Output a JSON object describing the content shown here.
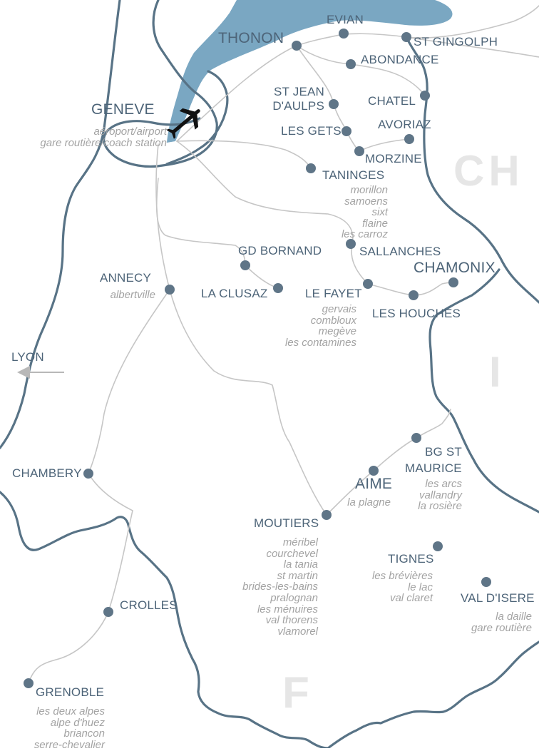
{
  "colors": {
    "border": "#587386",
    "lake": "#7aa7c2",
    "route": "#c6c6c6",
    "dot": "#5f7587",
    "label": "#4d6478",
    "sublabel": "#a3a3a3",
    "country": "#e6e6e6"
  },
  "icons": {
    "airport": "airplane-icon",
    "direction": "arrow-left-icon"
  },
  "countries": {
    "switzerland": "CH",
    "italy": "I",
    "france": "F"
  },
  "cities": {
    "evian": "EVIAN",
    "thonon": "THONON",
    "st_gingolph": "ST GINGOLPH",
    "abondance": "ABONDANCE",
    "st_jean_line1": "ST JEAN",
    "st_jean_line2": "D'AULPS",
    "chatel": "CHATEL",
    "geneve": "GENEVE",
    "les_gets": "LES GETS",
    "avoriaz": "AVORIAZ",
    "morzine": "MORZINE",
    "taninges": "TANINGES",
    "gd_bornand": "GD BORNAND",
    "sallanches": "SALLANCHES",
    "chamonix": "CHAMONIX",
    "annecy": "ANNECY",
    "la_clusaz": "LA CLUSAZ",
    "le_fayet": "LE FAYET",
    "les_houches": "LES HOUCHES",
    "lyon": "LYON",
    "chambery": "CHAMBERY",
    "bg_st_maurice_line1": "BG ST",
    "bg_st_maurice_line2": "MAURICE",
    "aime": "AIME",
    "moutiers": "MOUTIERS",
    "tignes": "TIGNES",
    "val_disere": "VAL D'ISERE",
    "crolles": "CROLLES",
    "grenoble": "GRENOBLE"
  },
  "resorts": {
    "geneve": [
      "aéroport/airport",
      "gare routière/coach station"
    ],
    "taninges": [
      "morillon",
      "samoens",
      "sixt",
      "flaine",
      "les carroz"
    ],
    "annecy": [
      "albertville"
    ],
    "le_fayet": [
      "gervais",
      "combloux",
      "megève",
      "les contamines"
    ],
    "aime": [
      "la plagne"
    ],
    "bg_st_maurice": [
      "les arcs",
      "vallandry",
      "la rosière"
    ],
    "moutiers": [
      "méribel",
      "courchevel",
      "la tania",
      "st martin",
      "brides-les-bains",
      "pralognan",
      "les ménuires",
      "val thorens",
      "vlamorel"
    ],
    "tignes": [
      "les brévières",
      "le lac",
      "val claret"
    ],
    "val_disere": [
      "la daille",
      "gare routière"
    ],
    "grenoble": [
      "les deux alpes",
      "alpe d'huez",
      "briancon",
      "serre-chevalier"
    ]
  }
}
